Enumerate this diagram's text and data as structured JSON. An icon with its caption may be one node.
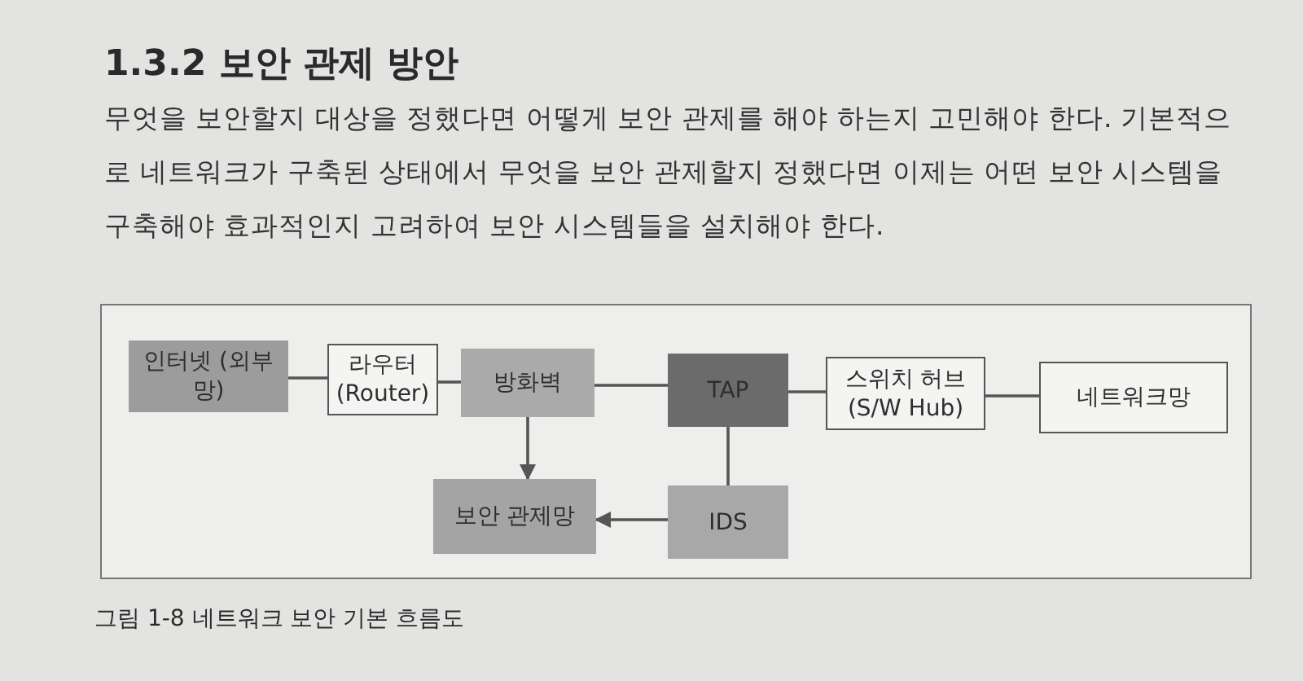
{
  "diagram": {
    "title": "1.3.2 보안 관제 방안",
    "caption": "그림 1-8 네트워크 보안 기본 흐름도",
    "labels": [
      "무엇을 보안할지 대상을 정했다면 어떻게 보안 관제를 해야 하는지 고민해야 한다. 기본적으로 네트워크가 구축된 상태에서 무엇을 보안 관제할지 정했다면 이제는 어떤 보안 시스템을 구축해야 효과적인지 고려하여 보안 시스템들을 설치해야 한다."
    ],
    "nodes": [
      {
        "text": [
          "인터넷 (외부망)"
        ]
      },
      {
        "text": [
          "라우터 (Router)"
        ]
      },
      {
        "text": [
          "방화벽"
        ]
      },
      {
        "text": [
          "TAP"
        ]
      },
      {
        "text": [
          "스위치 허브 (S/W Hub)"
        ]
      },
      {
        "text": [
          "네트워크망"
        ]
      },
      {
        "text": [
          "보안 관제망"
        ]
      },
      {
        "text": [
          "IDS"
        ]
      }
    ],
    "edges": [
      {
        "from": 0,
        "to": 1,
        "arrow": "none"
      },
      {
        "from": 1,
        "to": 2,
        "arrow": "none"
      },
      {
        "from": 2,
        "to": 3,
        "arrow": "none"
      },
      {
        "from": 3,
        "to": 4,
        "arrow": "none"
      },
      {
        "from": 4,
        "to": 5,
        "arrow": "none"
      },
      {
        "from": 2,
        "to": 6,
        "arrow": "to"
      },
      {
        "from": 3,
        "to": 7,
        "arrow": "none"
      },
      {
        "from": 7,
        "to": 6,
        "arrow": "to"
      }
    ]
  }
}
